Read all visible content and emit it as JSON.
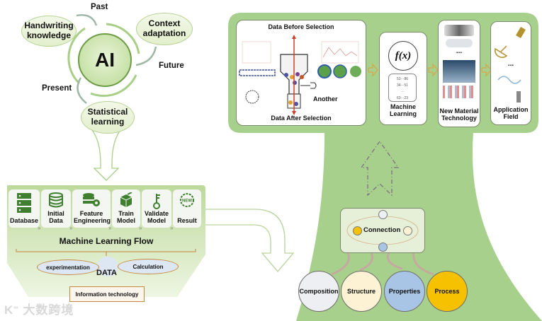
{
  "ai_cycle": {
    "center": "AI",
    "past_label": "Past",
    "present_label": "Present",
    "future_label": "Future",
    "nodes": [
      "Handwriting knowledge",
      "Context adaptation",
      "Statistical learning"
    ],
    "colors": {
      "node_fill": "#e2efcc",
      "node_border": "#b7d295",
      "arrow": "#a9cf86"
    }
  },
  "ml_flow": {
    "title": "Machine Learning Flow",
    "steps": [
      {
        "label": "Database",
        "icon": "database-icon"
      },
      {
        "label": "Initial Data",
        "icon": "data-stack-icon"
      },
      {
        "label": "Feature Engineering",
        "icon": "database-gear-icon"
      },
      {
        "label": "Train Model",
        "icon": "cube-model-icon"
      },
      {
        "label": "Validate Model",
        "icon": "key-icon"
      },
      {
        "label": "Result",
        "icon": "new-badge-icon"
      }
    ],
    "data_center": "DATA",
    "data_sources": [
      "experimentation",
      "Calculation"
    ],
    "info_box": "Information technology",
    "colors": {
      "panel": "#c9e1ab",
      "icon": "#3f7f2f",
      "bracket": "#c7863d"
    }
  },
  "top_panel": {
    "selection": {
      "top_label": "Data Before Selection",
      "bottom_label": "Data After Selection",
      "side_label": "Another"
    },
    "stages": [
      {
        "label": "Machine Learning",
        "formula": "f(x)"
      },
      {
        "label": "New Material Technology",
        "ellipsis": "..."
      },
      {
        "label": "Application Field",
        "ellipsis": "..."
      }
    ],
    "colors": {
      "panel": "#a8d08d",
      "arrow": "#d9a548",
      "selection_arrow": "#d0412b"
    }
  },
  "tree": {
    "connection_label": "Connection",
    "factors": [
      {
        "label": "Composition",
        "color": "#eeeff2"
      },
      {
        "label": "Structure",
        "color": "#fdf2d4"
      },
      {
        "label": "Properties",
        "color": "#a9c5e6"
      },
      {
        "label": "Process",
        "color": "#f5c100"
      }
    ],
    "dots": {
      "top": "#eeeff2",
      "left": "#f5c100",
      "right": "#fdf2d4",
      "bottom": "#a9c5e6"
    }
  },
  "watermark": "大数跨境"
}
